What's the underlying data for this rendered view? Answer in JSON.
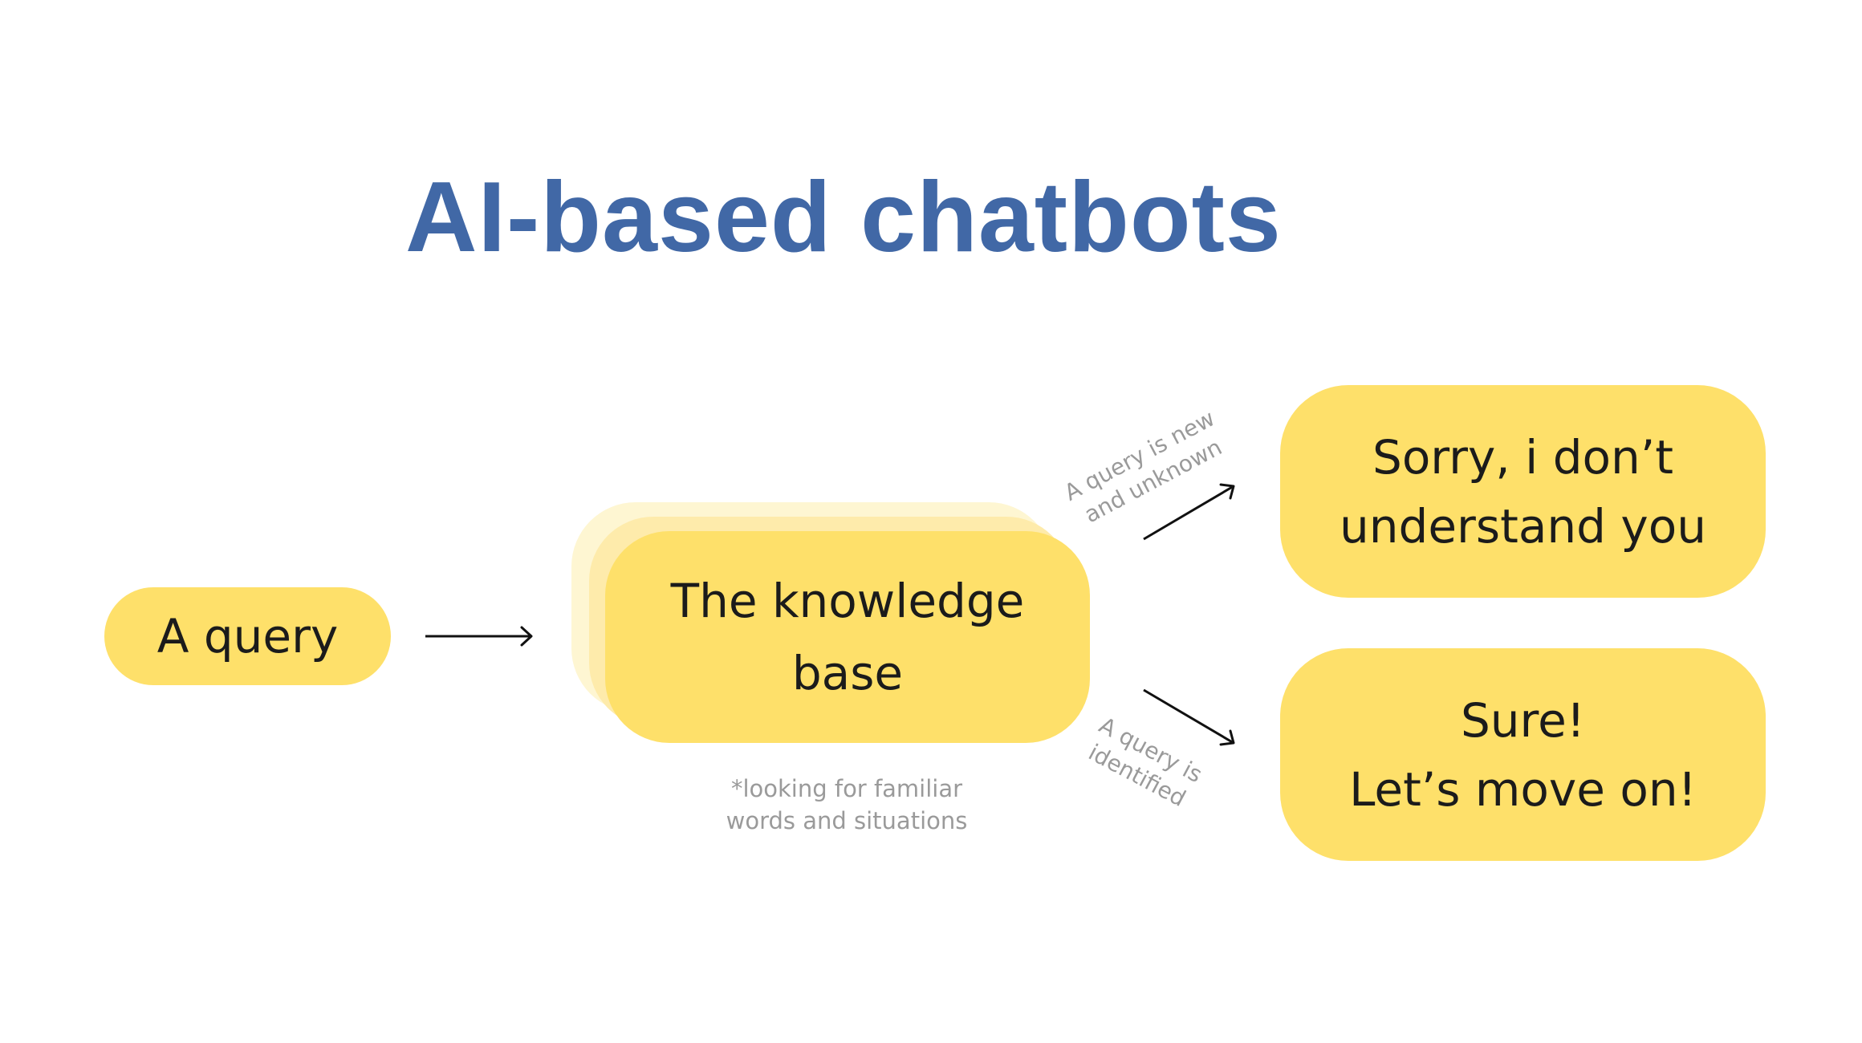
{
  "title": "AI-based chatbots",
  "nodes": {
    "query": "A query",
    "knowledge_base_line1": "The knowledge",
    "knowledge_base_line2": "base",
    "reply_unknown_line1": "Sorry, i don’t",
    "reply_unknown_line2": "understand you",
    "reply_known_line1": "Sure!",
    "reply_known_line2": "Let’s move on!"
  },
  "footnote": {
    "line1": "*looking for familiar",
    "line2": "words and situations"
  },
  "edge_labels": {
    "unknown_line1": "A query is new",
    "unknown_line2": "and unknown",
    "known_line1": "A query is",
    "known_line2": "identified"
  },
  "colors": {
    "title": "#4168a6",
    "node_fill": "#fee06a",
    "node_shadow_1": "#fef6d2",
    "node_shadow_2": "#feebab",
    "annotation_text": "#9a9a9a",
    "arrow": "#111111"
  }
}
